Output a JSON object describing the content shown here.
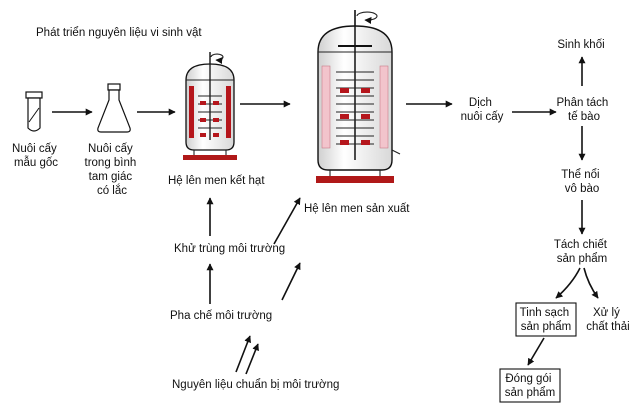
{
  "title": "Phát triển nguyên liệu vi sinh vật",
  "stages": {
    "stock_culture": [
      "Nuôi cấy",
      "mẫu gốc"
    ],
    "flask_culture": [
      "Nuôi cấy",
      "trong bình",
      "tam giác",
      "có lắc"
    ],
    "seed_fermenter": "Hệ lên men kết hạt",
    "production_fermenter": "Hệ lên men sản  xuất",
    "culture_broth": [
      "Dịch",
      "nuôi cấy"
    ],
    "biomass": "Sinh khối",
    "cell_separation": [
      "Phân tách",
      "tế bào"
    ],
    "cell_free_liquid": [
      "Thể nổi",
      "vô bào"
    ],
    "product_extraction": [
      "Tách chiết",
      "sản phẩm"
    ],
    "product_purification": [
      "Tinh sạch",
      "sản phẩm"
    ],
    "waste_treatment": [
      "Xử lý",
      "chất thải"
    ],
    "packaging": [
      "Đóng gói",
      "sản phẩm"
    ],
    "medium_sterilization": "Khử trùng môi trường",
    "medium_preparation": "Pha chế môi trường",
    "raw_material_preparation": "Nguyên liệu chuẩn bị môi trường"
  },
  "colors": {
    "line": "#111111",
    "heating_jacket": "#f2c4cc",
    "impeller_blade": "#b5161c",
    "base_plate": "#b01818",
    "vessel_body": "#f7f7f7"
  }
}
